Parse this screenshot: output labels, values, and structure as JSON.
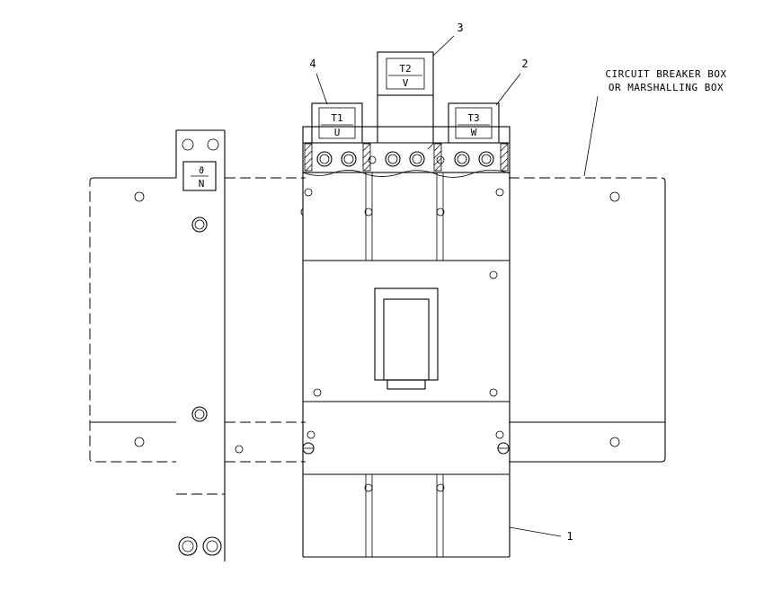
{
  "title_lines": [
    "CIRCUIT BREAKER BOX",
    "OR MARSHALLING BOX"
  ],
  "callouts": {
    "c1": "1",
    "c2": "2",
    "c3": "3",
    "c4": "4"
  },
  "terminals": {
    "t1": {
      "top": "T1",
      "bottom": "U"
    },
    "t2": {
      "top": "T2",
      "bottom": "V"
    },
    "t3": {
      "top": "T3",
      "bottom": "W"
    },
    "neutral": {
      "top": "ϑ",
      "bottom": "N"
    }
  },
  "colors": {
    "line": "#000000",
    "background": "#ffffff"
  }
}
